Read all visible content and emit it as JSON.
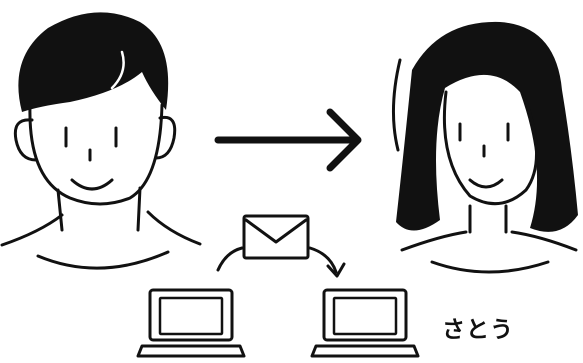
{
  "scene": {
    "recipient_name": "さとう",
    "ink_color": "#111111",
    "background_color": "#ffffff",
    "icons": [
      "man-avatar",
      "woman-avatar",
      "arrow-right-icon",
      "envelope-icon",
      "laptop-icon",
      "laptop-icon"
    ]
  }
}
